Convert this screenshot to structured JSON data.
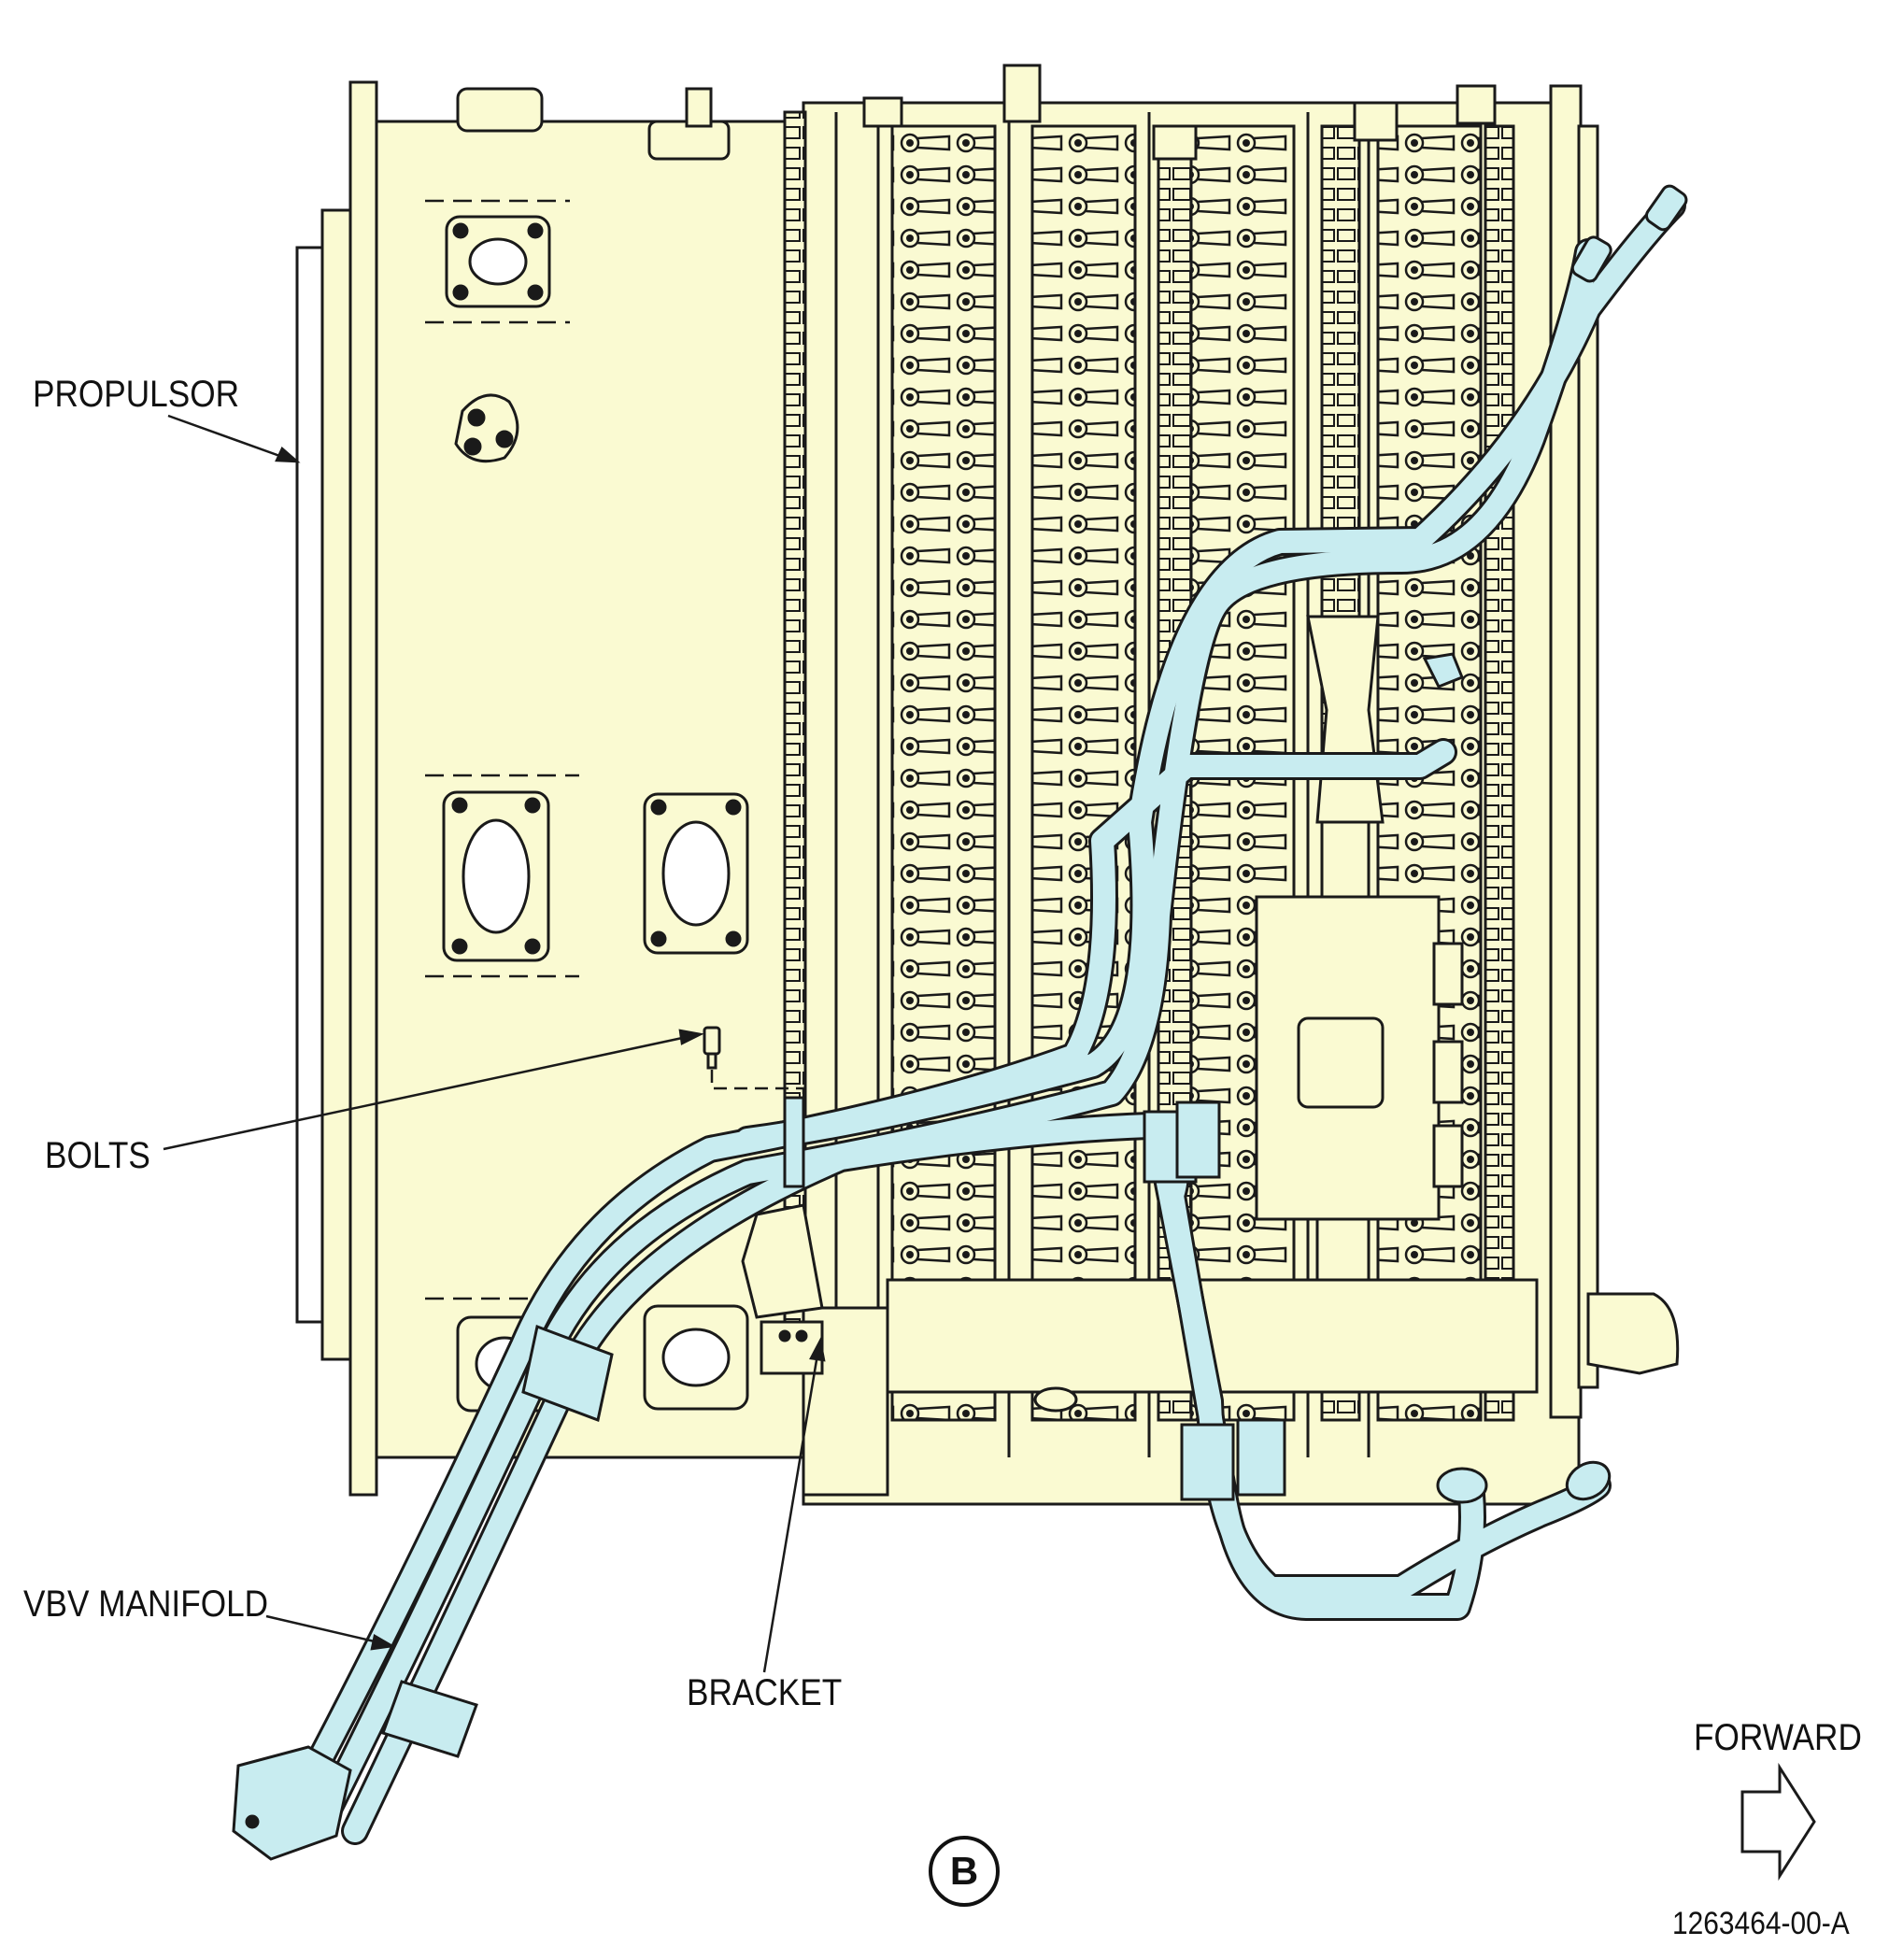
{
  "labels": {
    "propulsor": "PROPULSOR",
    "bolts": "BOLTS",
    "vbv_manifold": "VBV MANIFOLD",
    "bracket": "BRACKET",
    "forward": "FORWARD"
  },
  "view_letter": "B",
  "figure_number": "1263464-00-A",
  "colors": {
    "housing": "#fafad2",
    "tubes": "#c8ecf0",
    "outline": "#1a1a1a"
  }
}
